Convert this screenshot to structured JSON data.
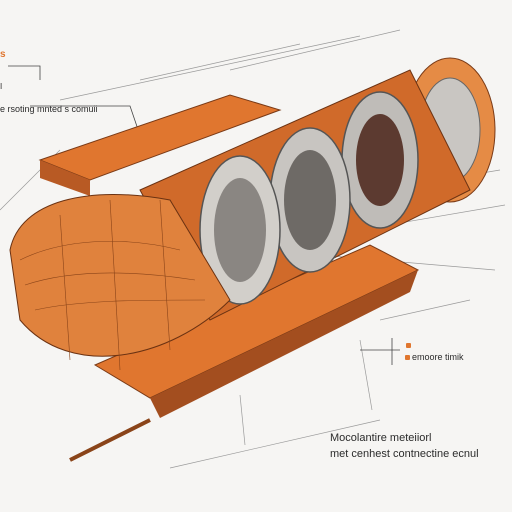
{
  "annotations": {
    "top_left": {
      "header": "s",
      "line1": "I",
      "line2": "",
      "line3": "e rsoting mnted s comuii"
    },
    "middle_right": {
      "line1": "",
      "line2": "emoore timik"
    },
    "bottom_right": {
      "line1": "Mocolantire meteiiorl",
      "line2": "met cenhest contnectine ecnul"
    }
  },
  "colors": {
    "hull_orange": "#e0762f",
    "hull_light": "#f09a55",
    "hull_dark": "#9a4a1e",
    "frame_gray": "#8c8c8c",
    "line_ink": "#3a3a3a",
    "background": "#f6f5f3"
  }
}
